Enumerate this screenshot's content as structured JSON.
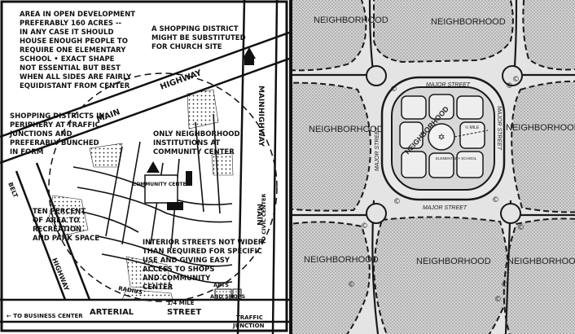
{
  "left_map": {
    "note_area": [
      "AREA IN OPEN DEVELOPMENT",
      "PREFERABLY 160 ACRES --",
      "IN ANY CASE IT SHOULD",
      "HOUSE ENOUGH PEOPLE TO",
      "REQUIRE ONE ELEMENTARY",
      "SCHOOL • EXACT SHAPE",
      "NOT ESSENTIAL BUT BEST",
      "WHEN ALL SIDES ARE FAIRLY",
      "EQUIDISTANT FROM CENTER"
    ],
    "note_shopping_church": [
      "A SHOPPING DISTRICT",
      "MIGHT BE SUBSTITUTED",
      "FOR CHURCH SITE"
    ],
    "note_shopping_periphery": [
      "SHOPPING DISTRICTS IN",
      "PERIPHERY AT TRAFFIC",
      "JUNCTIONS AND",
      "PREFERABLY BUNCHED",
      "IN FORM"
    ],
    "note_institutions": [
      "ONLY NEIGHBORHOOD",
      "INSTITUTIONS AT",
      "COMMUNITY CENTER"
    ],
    "note_recreation": [
      "TEN PERCENT",
      "OF AREA TO",
      "RECREATION",
      "AND PARK SPACE"
    ],
    "note_interior": [
      "INTERIOR STREETS NOT WIDER",
      "THAN REQUIRED FOR SPECIFIC",
      "USE AND GIVING EASY",
      "ACCESS TO SHOPS",
      "AND COMMUNITY",
      "CENTER"
    ],
    "community_center": "COMMUNITY CENTER",
    "main_highway_left": "MAIN",
    "highway_top": "HIGHWAY",
    "highway_right_1": "MAIN",
    "highway_right_2": "HIGHWAY",
    "main_right_lower": "MAIN",
    "highway_lower_left": "HIGHWAY",
    "belt": "BELT",
    "radius": "RADIUS",
    "quarter_mile": "1/4 MILE",
    "apts": "APTS",
    "apts_and_shops": "AND SHOPS",
    "to_civic_center": "TO CIVIC CENTER",
    "to_business_center": "← TO BUSINESS CENTER",
    "arterial": "ARTERIAL",
    "street": "STREET",
    "traffic_junction": [
      "TRAFFIC",
      "JUNCTION"
    ]
  },
  "right_map": {
    "neighborhoods": [
      "NEIGHBORHOOD",
      "NEIGHBORHOOD",
      "NEIGHBORHOOD",
      "NEIGHBORHOOD",
      "NEIGHBORHOOD",
      "NEIGHBORHOOD",
      "NEIGHBORHOOD"
    ],
    "center_label": "NEIGHBORHOOD",
    "major_street_top": "MAJOR STREET",
    "major_street_bottom": "MAJOR STREET",
    "major_street_left": "MAJOR STREET",
    "major_street_right": "MAJOR STREET",
    "elementary_school": "ELEMENTARY SCHOOL",
    "half_mile": "½ MILE",
    "colors": {
      "stipple": "#bdbdbd",
      "background": "#e6e6e6",
      "line": "#1a1a1a"
    }
  }
}
